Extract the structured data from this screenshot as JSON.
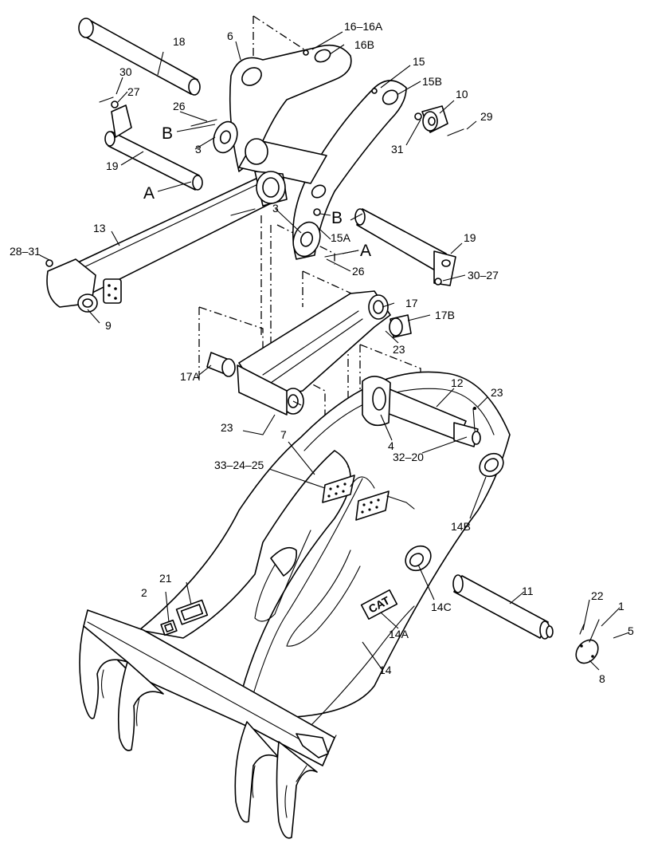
{
  "labels": {
    "c1": "1",
    "c2": "2",
    "c3a": "3",
    "c3b": "3",
    "c4": "4",
    "c5": "5",
    "c6": "6",
    "c7": "7",
    "c8": "8",
    "c9": "9",
    "c10": "10",
    "c11": "11",
    "c12": "12",
    "c13": "13",
    "c14": "14",
    "c14a": "14A",
    "c14b": "14B",
    "c14c": "14C",
    "c15": "15",
    "c15a": "15A",
    "c15b": "15B",
    "c16": "16–16A",
    "c16b": "16B",
    "c17": "17",
    "c17a": "17A",
    "c17b": "17B",
    "c18": "18",
    "c19a": "19",
    "c19b": "19",
    "c21": "21",
    "c22": "22",
    "c23a": "23",
    "c23b": "23",
    "c23c": "23",
    "c26a": "26",
    "c26b": "26",
    "c27": "27",
    "c28": "28–31",
    "c29": "29",
    "c30": "30",
    "c30b": "30–27",
    "c31": "31",
    "c32": "32–20",
    "c33": "33–24–25",
    "cA1": "A",
    "cA2": "A",
    "cB1": "B",
    "cB2": "B"
  },
  "decal": {
    "brand": "CAT"
  }
}
